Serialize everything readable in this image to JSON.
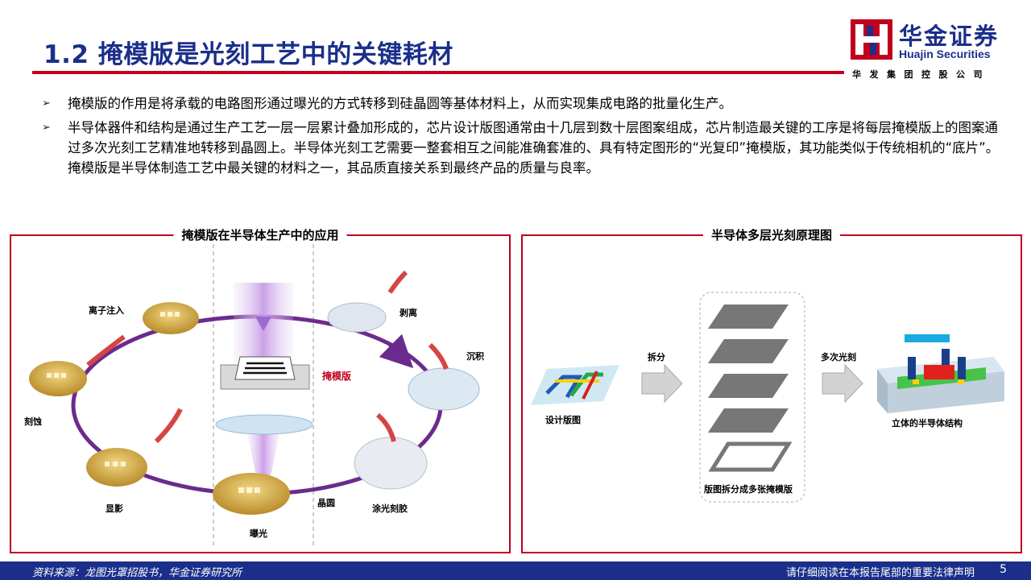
{
  "header": {
    "title": "1.2 掩模版是光刻工艺中的关键耗材"
  },
  "logo": {
    "cn": "华金证券",
    "en": "Huajin Securities",
    "sub": "华发集团控股公司"
  },
  "bullets": [
    "掩模版的作用是将承载的电路图形通过曝光的方式转移到硅晶圆等基体材料上，从而实现集成电路的批量化生产。",
    "半导体器件和结构是通过生产工艺一层一层累计叠加形成的，芯片设计版图通常由十几层到数十层图案组成，芯片制造最关键的工序是将每层掩模版上的图案通过多次光刻工艺精准地转移到晶圆上。半导体光刻工艺需要一整套相互之间能准确套准的、具有特定图形的“光复印”掩模版，其功能类似于传统相机的“底片”。掩模版是半导体制造工艺中最关键的材料之一，其品质直接关系到最终产品的质量与良率。"
  ],
  "left_panel": {
    "title": "掩模版在半导体生产中的应用",
    "labels": {
      "ion": "离子注入",
      "strip": "剥离",
      "deposit": "沉积",
      "mask": "掩模版",
      "etch": "刻蚀",
      "develop": "显影",
      "wafer": "晶圆",
      "coat": "涂光刻胶",
      "expose": "曝光"
    }
  },
  "right_panel": {
    "title": "半导体多层光刻原理图",
    "labels": {
      "split": "拆分",
      "multi": "多次光刻",
      "design": "设计版图",
      "masks": "版图拆分成多张掩模版",
      "structure": "立体的半导体结构"
    }
  },
  "footer": {
    "source": "资料来源：龙图光罩招股书，华金证券研究所",
    "notice": "请仔细阅读在本报告尾部的重要法律声明",
    "page": "5"
  },
  "colors": {
    "brand_blue": "#1b2f8a",
    "brand_red": "#c0001e",
    "cycle_purple": "#6b2b8c"
  }
}
